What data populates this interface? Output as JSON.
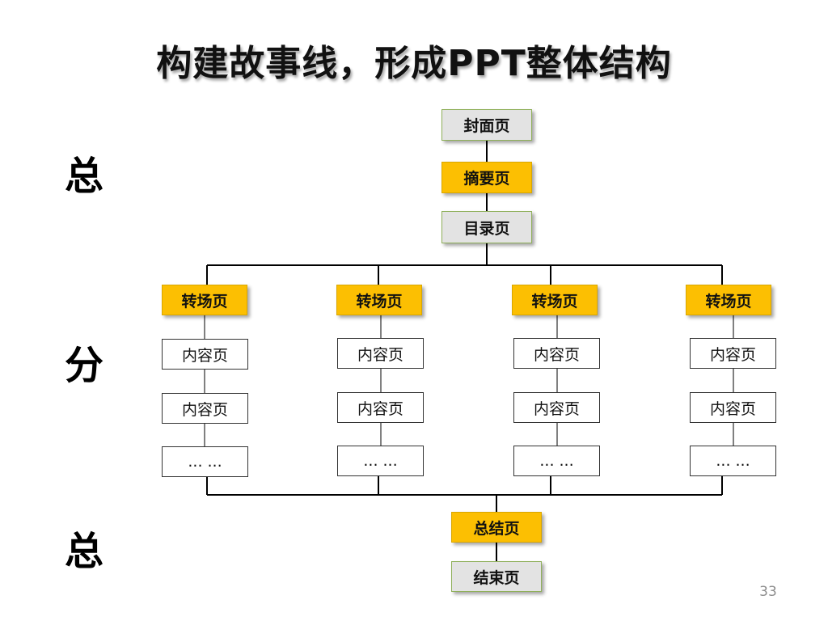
{
  "title": "构建故事线，形成PPT整体结构",
  "sections": {
    "intro": "总",
    "body": "分",
    "outro": "总"
  },
  "top_chain": [
    "封面页",
    "摘要页",
    "目录页"
  ],
  "columns": [
    {
      "header": "转场页",
      "items": [
        "内容页",
        "内容页",
        "... ..."
      ]
    },
    {
      "header": "转场页",
      "items": [
        "内容页",
        "内容页",
        "... ..."
      ]
    },
    {
      "header": "转场页",
      "items": [
        "内容页",
        "内容页",
        "... ..."
      ]
    },
    {
      "header": "转场页",
      "items": [
        "内容页",
        "内容页",
        "... ..."
      ]
    }
  ],
  "bottom_chain": [
    "总结页",
    "结束页"
  ],
  "page_number": "33",
  "colors": {
    "gold": "#fcbf02",
    "gray": "#e3e3e3",
    "line": "#000000"
  }
}
